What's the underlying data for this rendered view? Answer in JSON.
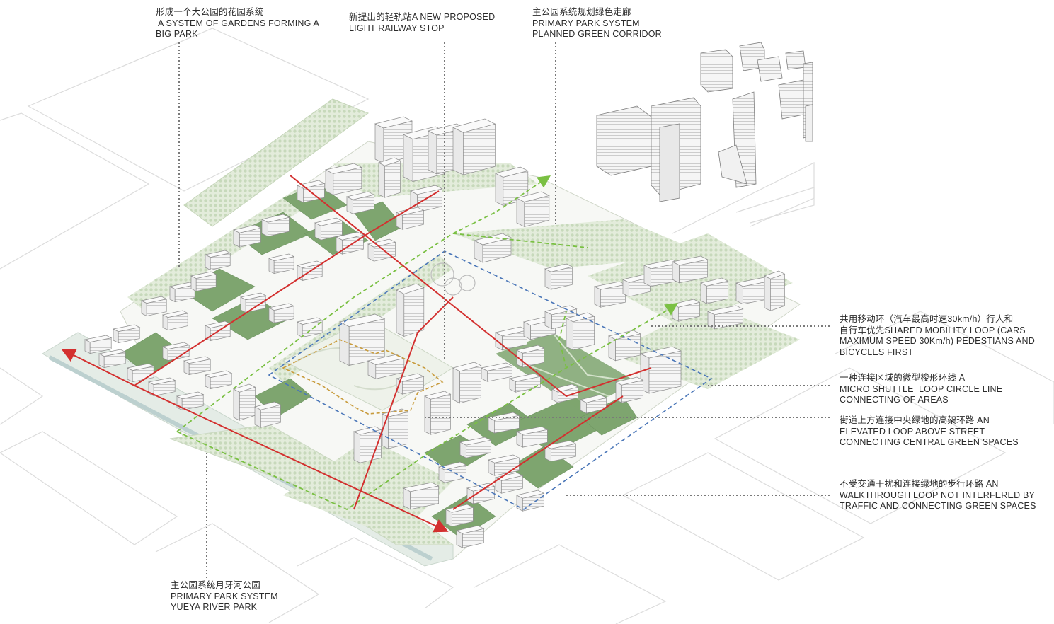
{
  "colors": {
    "background": "#ffffff",
    "building_fill": "#f4f4f4",
    "building_stroke": "#8d8d8d",
    "green_space": "#7ea56f",
    "light_green": "#d9e6cf",
    "river": "#dfe9e6",
    "road_outline": "#dedede",
    "red_route": "#d3302f",
    "green_dashed_loop": "#7ac043",
    "blue_dashed_loop": "#4a76b8",
    "orange_dashed_loop": "#c89b3c",
    "leader_line": "#7a7a7a",
    "text": "#2b2b2b"
  },
  "annotations": {
    "garden_system": {
      "cn": "形成一个大公园的花园系统",
      "en1": " A SYSTEM OF GARDENS FORMING A",
      "en2": "BIG PARK"
    },
    "light_rail": {
      "cn_en": "新提出的轻轨站A NEW PROPOSED",
      "en": "LIGHT RAILWAY STOP"
    },
    "green_corridor": {
      "cn": "主公园系统规划绿色走廊",
      "en1": "PRIMARY PARK SYSTEM",
      "en2": "PLANNED GREEN CORRIDOR"
    },
    "mobility_loop": {
      "l1": "共用移动环（汽车最高时速30km/h）行人和",
      "l2": "自行车优先SHARED MOBILITY LOOP (CARS",
      "l3": "MAXIMUM SPEED 30Km/h) PEDESTIANS AND",
      "l4": "BICYCLES FIRST"
    },
    "micro_shuttle": {
      "l1": "一种连接区域的微型梭形环线 A",
      "l2": "MICRO SHUTTLE  LOOP CIRCLE LINE",
      "l3": "CONNECTING OF AREAS"
    },
    "elevated_loop": {
      "l1": "街道上方连接中央绿地的高架环路 AN",
      "l2": "ELEVATED LOOP ABOVE STREET",
      "l3": "CONNECTING CENTRAL GREEN SPACES"
    },
    "walkthrough_loop": {
      "l1": "不受交通干扰和连接绿地的步行环路 AN",
      "l2": "WALKTHROUGH LOOP NOT INTERFERED BY",
      "l3": "TRAFFIC AND CONNECTING GREEN SPACES"
    },
    "river_park": {
      "cn": "主公园系统月牙河公园",
      "en1": "PRIMARY PARK SYSTEM",
      "en2": "YUEYA RIVER PARK"
    }
  }
}
